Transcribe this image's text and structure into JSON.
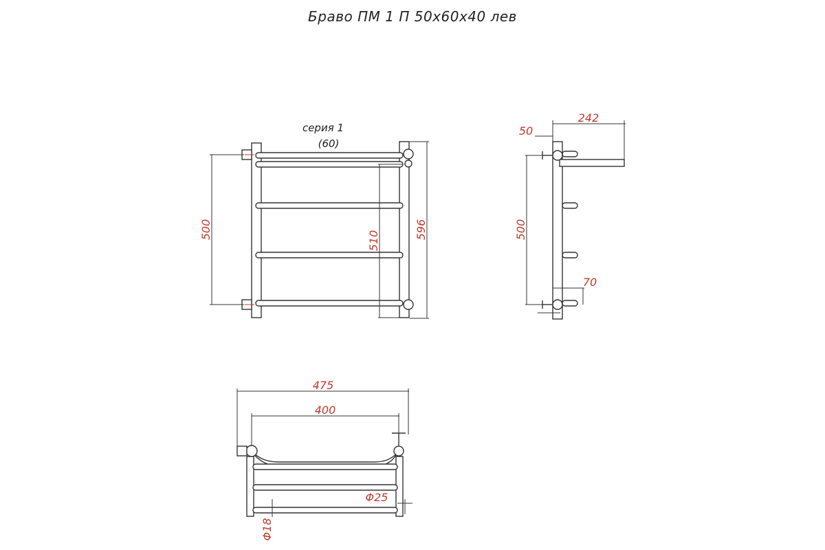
{
  "title": "Браво ПМ 1 П 50x60x40 лев",
  "series_label": "серия 1",
  "series_sub": "(60)",
  "front": {
    "d_left": "500",
    "d_mid": "510",
    "d_right": "596"
  },
  "side": {
    "d_top_left": "50",
    "d_top_right": "242",
    "d_height": "500",
    "d_bottom": "70"
  },
  "top": {
    "d_outer": "475",
    "d_inner": "400",
    "d_pipe": "Φ25",
    "d_rung": "Φ18"
  },
  "colors": {
    "dimension": "#c0392b",
    "line": "#333333"
  }
}
